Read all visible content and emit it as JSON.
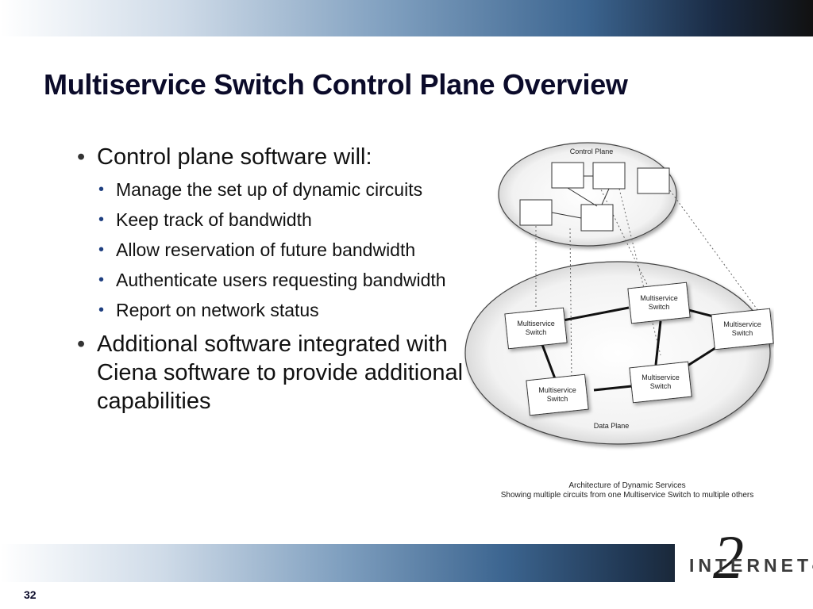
{
  "slide": {
    "title": "Multiservice Switch Control Plane Overview",
    "page_number": "32"
  },
  "bullets": [
    {
      "text": "Control plane software will:",
      "sub": [
        "Manage the set up of dynamic circuits",
        "Keep track of bandwidth",
        "Allow reservation of future bandwidth",
        "Authenticate users requesting bandwidth",
        "Report on network status"
      ]
    },
    {
      "text": "Additional software integrated with Ciena software to provide additional capabilities",
      "sub": []
    }
  ],
  "diagram": {
    "control_plane_label": "Control Plane",
    "data_plane_label": "Data Plane",
    "switch_line1": "Multiservice",
    "switch_line2": "Switch"
  },
  "caption": {
    "line1": "Architecture of Dynamic Services",
    "line2": "Showing multiple circuits from one Multiservice Switch to multiple others"
  },
  "logo": {
    "text": "INTERNET",
    "mark": "2",
    "registered": "®"
  }
}
